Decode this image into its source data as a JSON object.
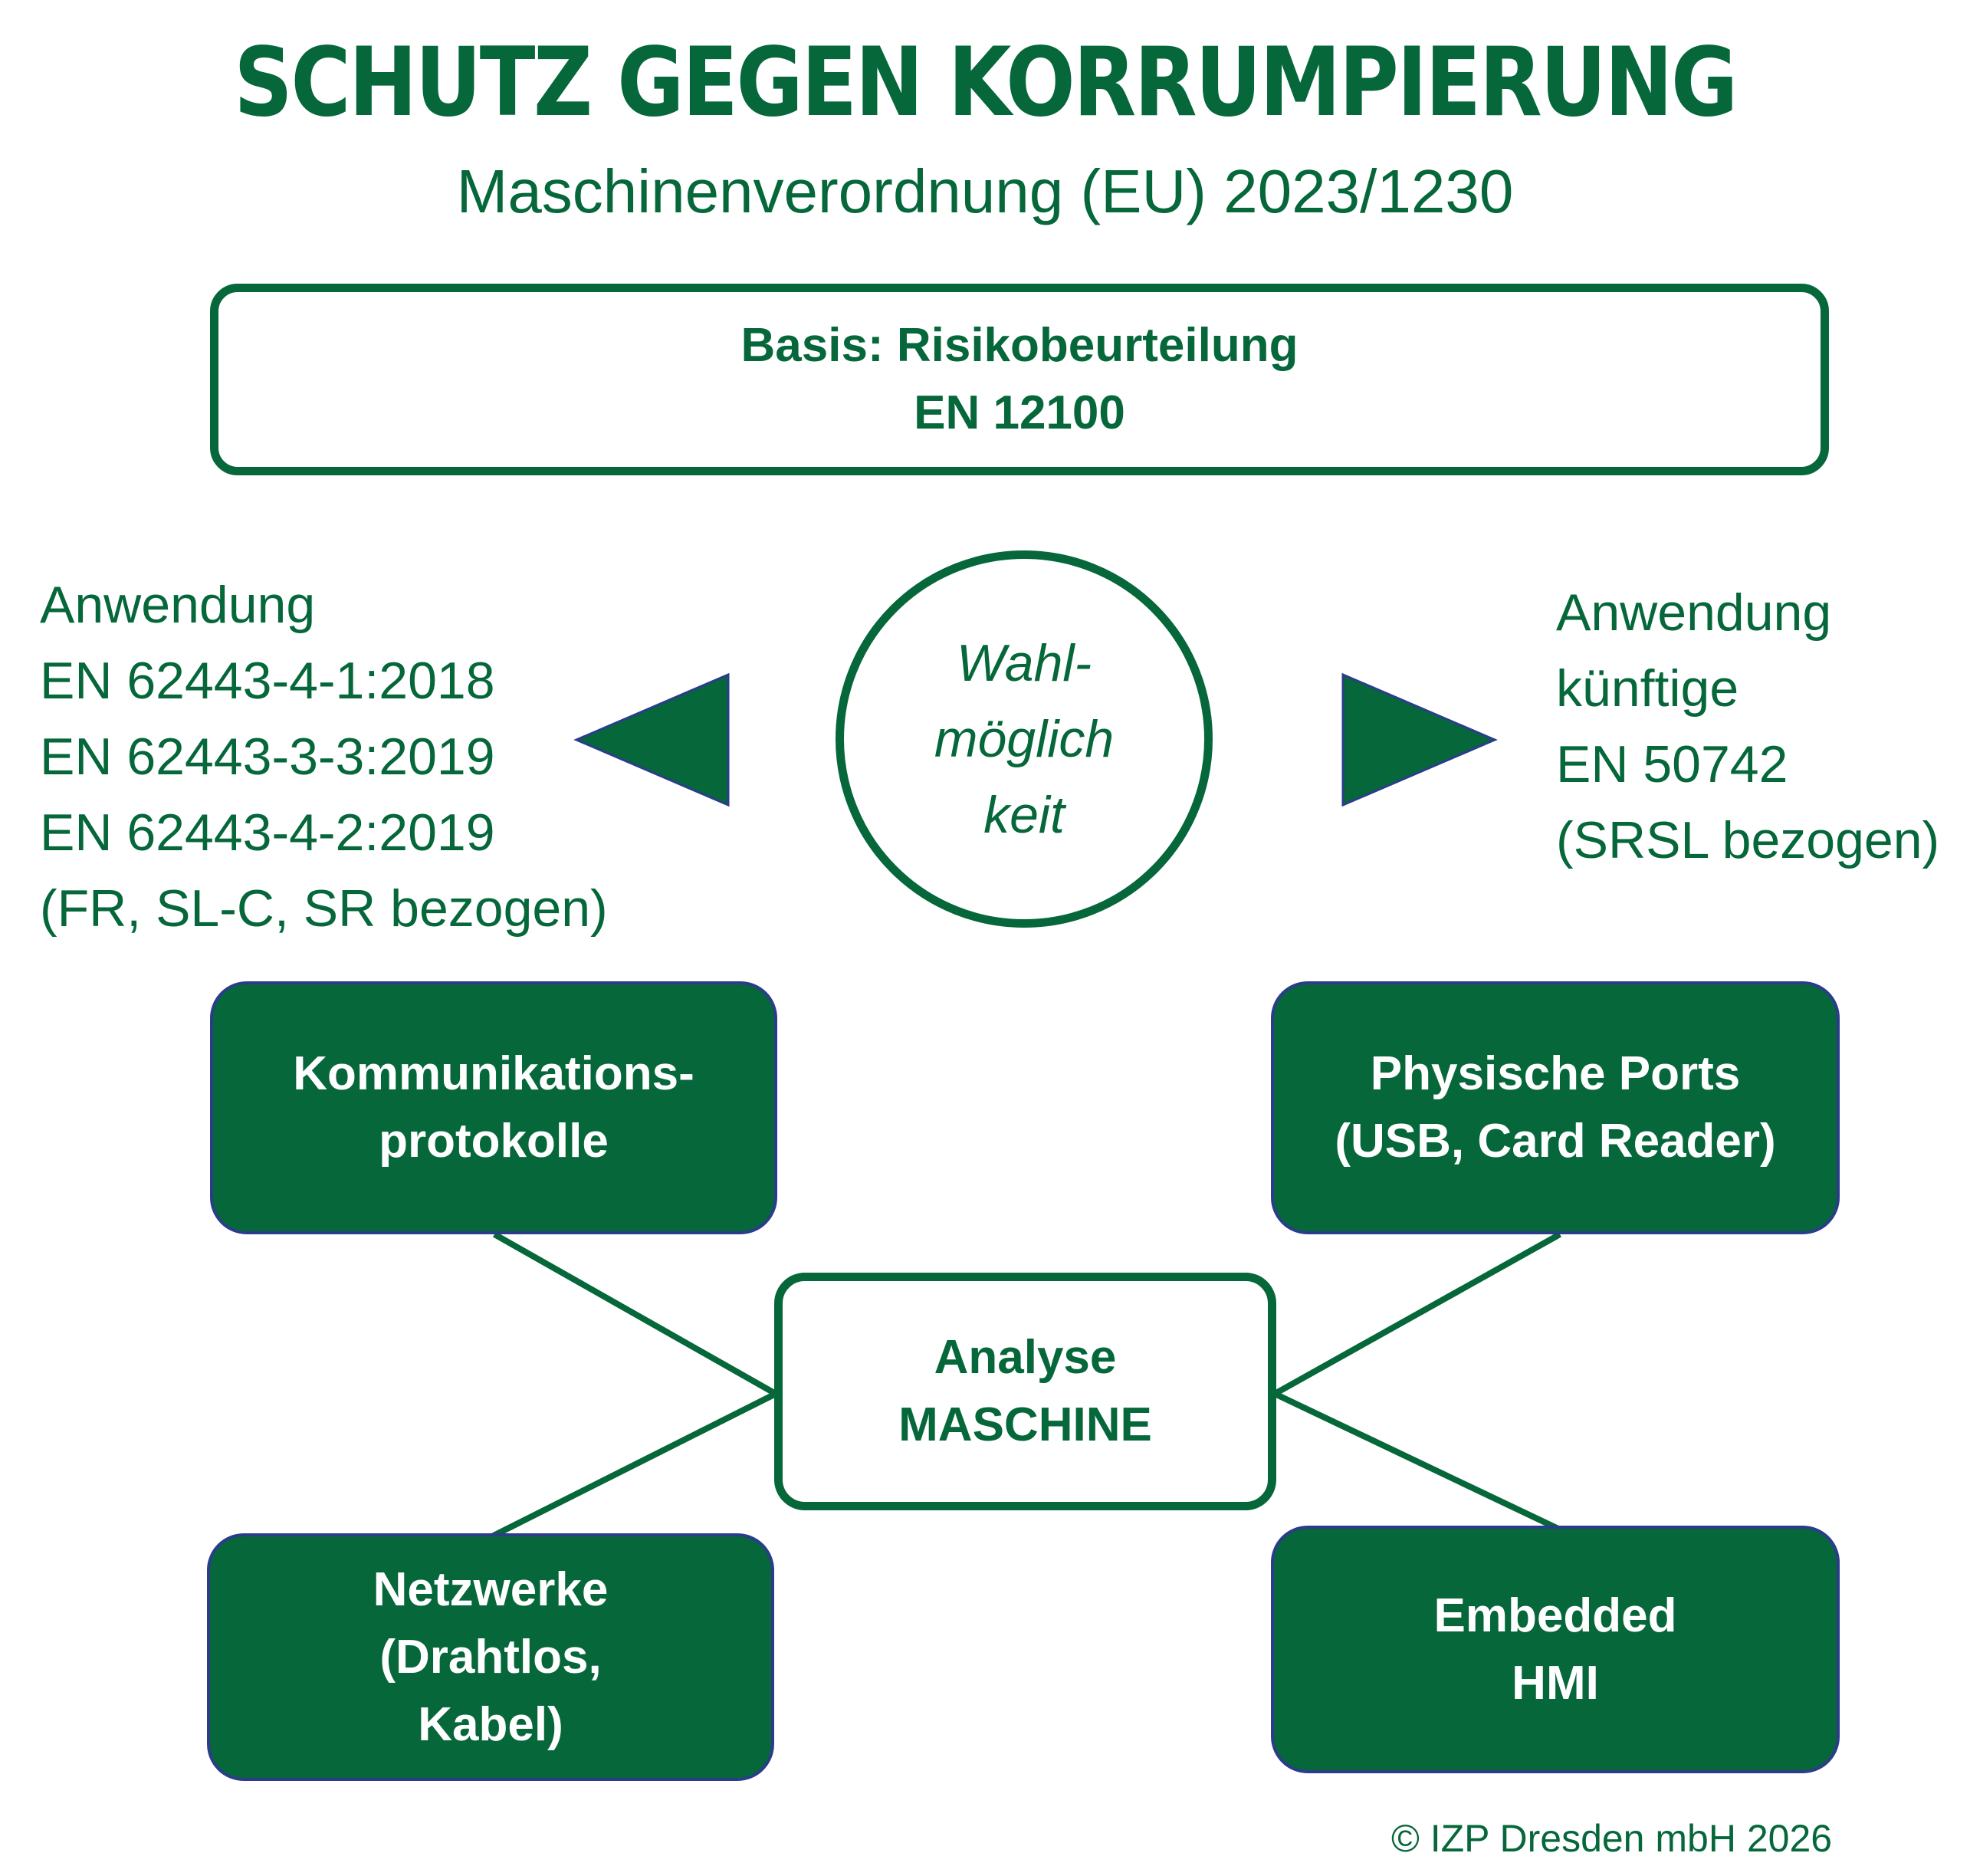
{
  "title": "SCHUTZ GEGEN KORRUMPIERUNG",
  "subtitle": "Maschinenverordnung (EU) 2023/1230",
  "basis": {
    "line1": "Basis: Risikobeurteilung",
    "line2": "EN 12100"
  },
  "left_option": {
    "lines": [
      "Anwendung",
      "EN 62443-4-1:2018",
      "EN 62443-3-3:2019",
      "EN 62443-4-2:2019",
      "(FR, SL-C, SR bezogen)"
    ]
  },
  "choice": {
    "lines": [
      "Wahl-",
      "möglich",
      "keit"
    ]
  },
  "right_option": {
    "lines": [
      "Anwendung",
      "künftige",
      "EN 50742",
      "(SRSL bezogen)"
    ]
  },
  "center": {
    "line1": "Analyse",
    "line2": "MASCHINE"
  },
  "boxes": {
    "protocols": [
      "Kommunikations-",
      "protokolle"
    ],
    "ports": [
      "Physische Ports",
      "(USB, Card Reader)"
    ],
    "networks": [
      "Netzwerke",
      "(Drahtlos,",
      "Kabel)"
    ],
    "embedded": [
      "Embedded",
      "HMI"
    ]
  },
  "copyright": "© IZP Dresden mbH 2026",
  "colors": {
    "green": "#05673a",
    "box_border": "#2b3d8a",
    "background": "#ffffff"
  }
}
